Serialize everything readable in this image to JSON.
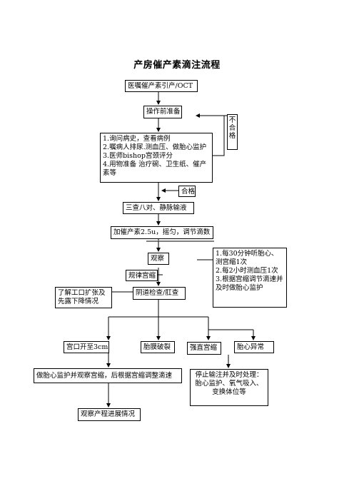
{
  "title": "产房催产素滴注流程",
  "nodes": {
    "order": "医嘱催产素引产/OCT",
    "prep": "操作前准备",
    "unqualified": "不合格",
    "checklist": [
      "1.询问病史，查看病例",
      "2.嘱病人排尿.测血压、做胎心监护",
      "3.医师bishop宫颈评分",
      "4.用物准备 治疗碗、卫生纸、催产素等"
    ],
    "qualified": "合格",
    "iv": "三查八对、静脉输液",
    "add_oxytocin": "加催产素2.5u，摇匀，调节滴数",
    "observe": "观察",
    "observe_notes": [
      "1.每30分钟听胎心、测宫缩1次",
      "2.每2小时测血压1次",
      "3.根据宫缩调节滴速并及时做胎心监护"
    ],
    "regular_contraction": "规律宫缩",
    "understand": "了解工口扩张及先露下降情况",
    "exam": "阴道检查/肛查",
    "cervix_3cm": "宫口开至3cm",
    "membrane_rupture": "胎膜破裂",
    "strong_contraction": "强直宫缩",
    "fetal_abnormal": "胎心异常",
    "monitor_adjust": "做胎心监护并观察宫缩，后根据宫缩调整滴速",
    "stop_infusion": "停止输注并及时处理：胎心监护、氧气吸入、变换体位等",
    "observe_progress": "观察产程进展情况"
  }
}
